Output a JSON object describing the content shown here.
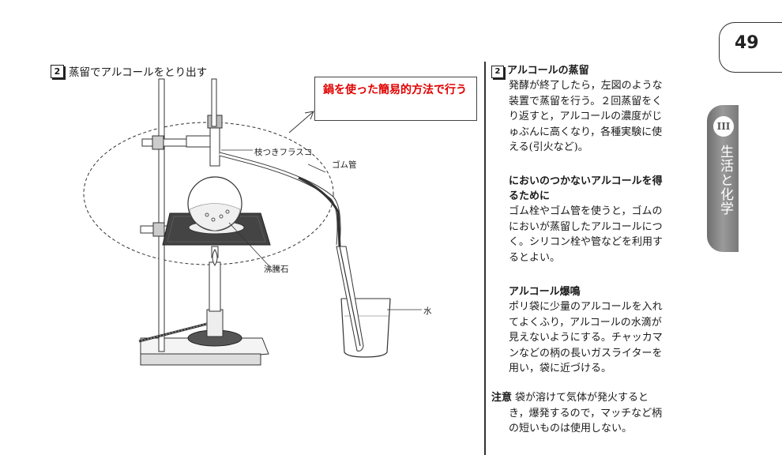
{
  "page_number": "49",
  "left": {
    "section_number": "2",
    "section_title": "蒸留でアルコールをとり出す",
    "annotation": "鍋を使った簡易的方法で行う",
    "labels": {
      "flask": "枝つきフラスコ",
      "rubber_tube": "ゴム管",
      "boiling_stone": "沸騰石",
      "water": "水"
    }
  },
  "side_tab": {
    "circle": "III",
    "text": "生活と化学"
  },
  "right": {
    "section1": {
      "number": "2",
      "title": "アルコールの蒸留",
      "body": [
        "発酵が終了したら，左図のような",
        "装置で蒸留を行う。２回蒸留をく",
        "り返すと，アルコールの濃度がじ",
        "ゅぶんに高くなり，各種実験に使",
        "える(引火など)。"
      ]
    },
    "section2": {
      "title_lines": [
        "においのつかないアルコールを得",
        "るために"
      ],
      "body": [
        "ゴム栓やゴム管を使うと，ゴムの",
        "においが蒸留したアルコールにつ",
        "く。シリコン栓や管などを利用す",
        "るとよい。"
      ]
    },
    "section3": {
      "title": "アルコール爆鳴",
      "body": [
        "ポリ袋に少量のアルコールを入れ",
        "てよくふり，アルコールの水滴が",
        "見えないようにする。チャッカマ",
        "ンなどの柄の長いガスライターを",
        "用い，袋に近づける。"
      ]
    },
    "warning": {
      "label": "注意",
      "lines": [
        "袋が溶けて気体が発火すると",
        "き，爆発するので，マッチなど柄",
        "の短いものは使用しない。"
      ]
    }
  }
}
